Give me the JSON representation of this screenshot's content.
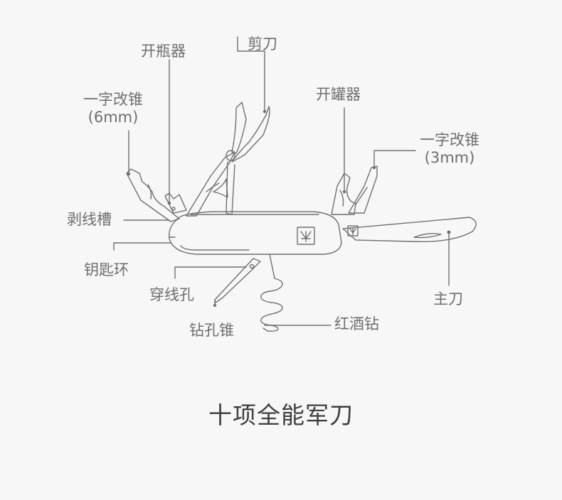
{
  "title": "十项全能军刀",
  "labels": {
    "bottle_opener": "开瓶器",
    "scissors": "剪刀",
    "screwdriver_6mm_1": "一字改锥",
    "screwdriver_6mm_2": "(6mm)",
    "can_opener": "开罐器",
    "screwdriver_3mm_1": "一字改锥",
    "screwdriver_3mm_2": "(3mm)",
    "wire_stripper": "剥线槽",
    "key_ring": "钥匙环",
    "threader": "穿线孔",
    "awl": "钻孔锥",
    "corkscrew": "红酒钻",
    "main_blade": "主刀"
  }
}
